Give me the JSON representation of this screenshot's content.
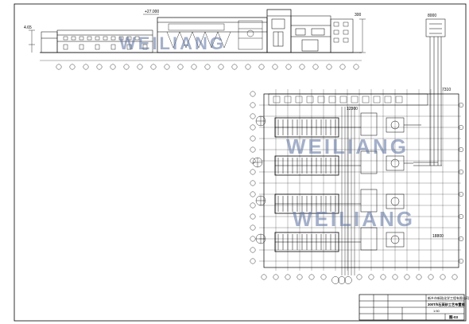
{
  "watermarks": [
    "WEILIANG",
    "WEILIANG",
    "WEILIANG"
  ],
  "elevation": {
    "left_mark": "4.65",
    "top_mark": "+27.000",
    "right_mark": "300"
  },
  "plan": {
    "dim_top": "12300",
    "dim_bottom": "18800",
    "dim_right": "7310",
    "stack_mark": "8000"
  },
  "title_block": {
    "company": "新乡市新陆化学工程有限公司",
    "project": "300T/h石英砂工艺布置图",
    "scale": "1:50",
    "drawing_no": "图-03"
  },
  "colors": {
    "line": "#000000",
    "watermark": "#5a6f9e"
  }
}
